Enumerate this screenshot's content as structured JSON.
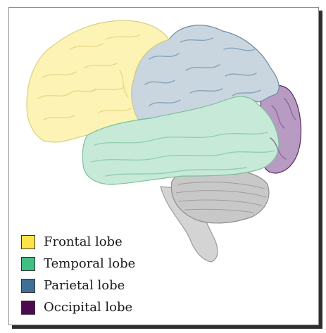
{
  "legend": {
    "items": [
      {
        "label": "Frontal lobe",
        "color": "#fde34a"
      },
      {
        "label": "Temporal lobe",
        "color": "#3fbf82"
      },
      {
        "label": "Parietal lobe",
        "color": "#3f6f96"
      },
      {
        "label": "Occipital lobe",
        "color": "#4d0a50"
      }
    ]
  },
  "regions": {
    "frontal": {
      "fill": "#fdf3b4"
    },
    "parietal": {
      "fill": "#c9d6e0"
    },
    "temporal": {
      "fill": "#c6ead7"
    },
    "occipital": {
      "fill": "#b79bc3"
    },
    "cerebellum": {
      "fill": "#c8c8c8"
    },
    "brainstem": {
      "fill": "#d4d4d4"
    }
  }
}
